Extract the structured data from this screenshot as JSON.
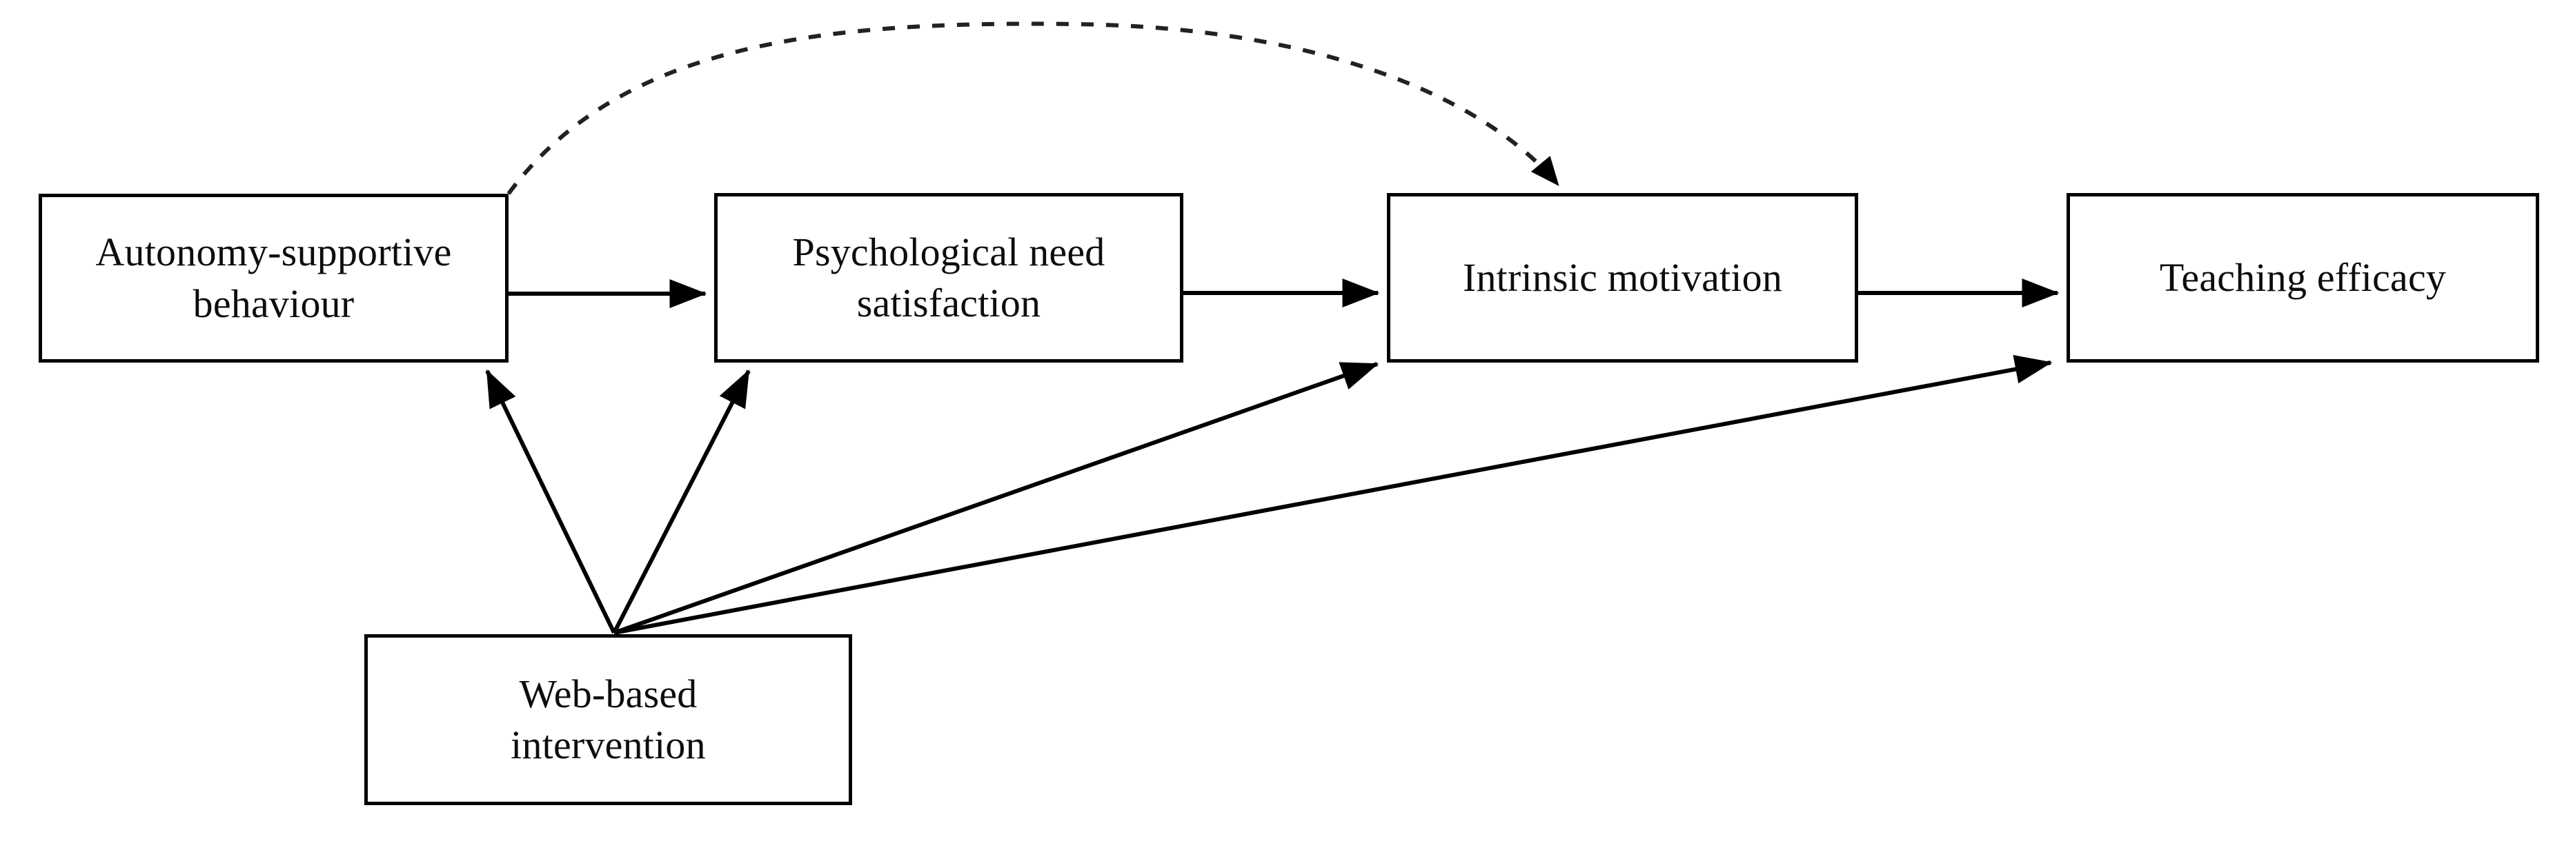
{
  "diagram": {
    "title": "",
    "background_color": "#ffffff",
    "stroke_color": "#000000",
    "text_color": "#0d0d0d",
    "nodes": [
      {
        "id": "autonomy",
        "label": "Autonomy-supportive\nbehaviour",
        "shape": "rectangle"
      },
      {
        "id": "psych_need",
        "label": "Psychological need\nsatisfaction",
        "shape": "rectangle"
      },
      {
        "id": "intrinsic",
        "label": "Intrinsic motivation",
        "shape": "rectangle"
      },
      {
        "id": "teaching",
        "label": "Teaching efficacy",
        "shape": "rectangle"
      },
      {
        "id": "webbased",
        "label": "Web-based\nintervention",
        "shape": "rectangle"
      }
    ],
    "edges": [
      {
        "from": "autonomy",
        "to": "psych_need",
        "style": "solid",
        "label": ""
      },
      {
        "from": "psych_need",
        "to": "intrinsic",
        "style": "solid",
        "label": ""
      },
      {
        "from": "intrinsic",
        "to": "teaching",
        "style": "solid",
        "label": ""
      },
      {
        "from": "autonomy",
        "to": "intrinsic",
        "style": "dashed",
        "label": ""
      },
      {
        "from": "webbased",
        "to": "autonomy",
        "style": "solid",
        "label": ""
      },
      {
        "from": "webbased",
        "to": "psych_need",
        "style": "solid",
        "label": ""
      },
      {
        "from": "webbased",
        "to": "intrinsic",
        "style": "solid",
        "label": ""
      },
      {
        "from": "webbased",
        "to": "teaching",
        "style": "solid",
        "label": ""
      }
    ]
  }
}
